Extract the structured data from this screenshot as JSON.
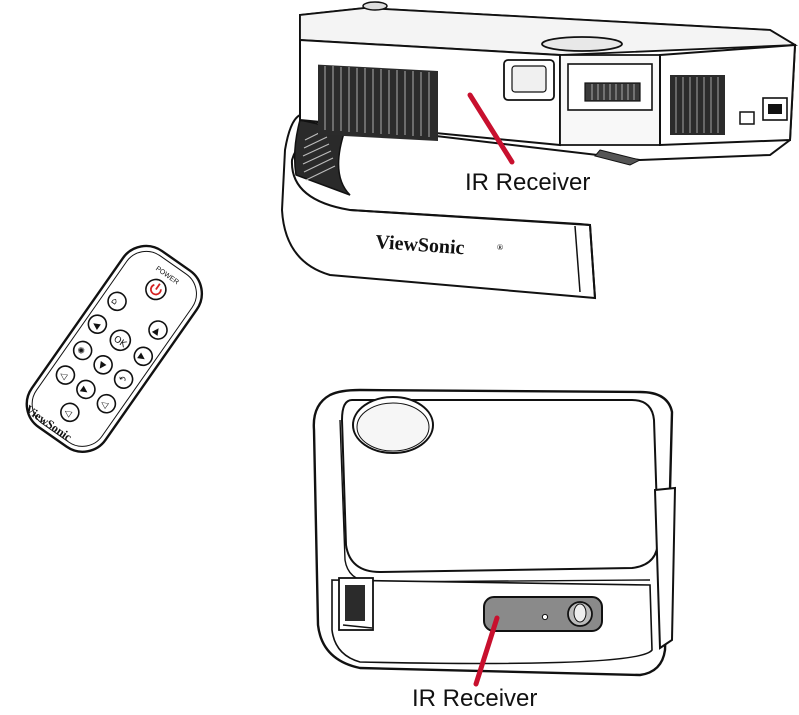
{
  "callouts": {
    "top_label": "IR Receiver",
    "bottom_label": "IR Receiver"
  },
  "brand": {
    "stand_logo": "ViewSonic",
    "remote_logo": "ViewSonic",
    "registered_mark": "®"
  },
  "remote": {
    "power_label": "POWER",
    "ok_label": "OK",
    "icons": [
      "power-icon",
      "home-icon",
      "up-arrow-icon",
      "left-arrow-icon",
      "right-arrow-icon",
      "down-arrow-icon",
      "settings-icon",
      "volume-down-icon",
      "volume-up-icon",
      "mute-icon",
      "back-icon",
      "input-icon"
    ]
  },
  "colors": {
    "callout_line": "#c8102e",
    "power_button": "#d42020",
    "outline": "#111111",
    "background": "#ffffff"
  }
}
